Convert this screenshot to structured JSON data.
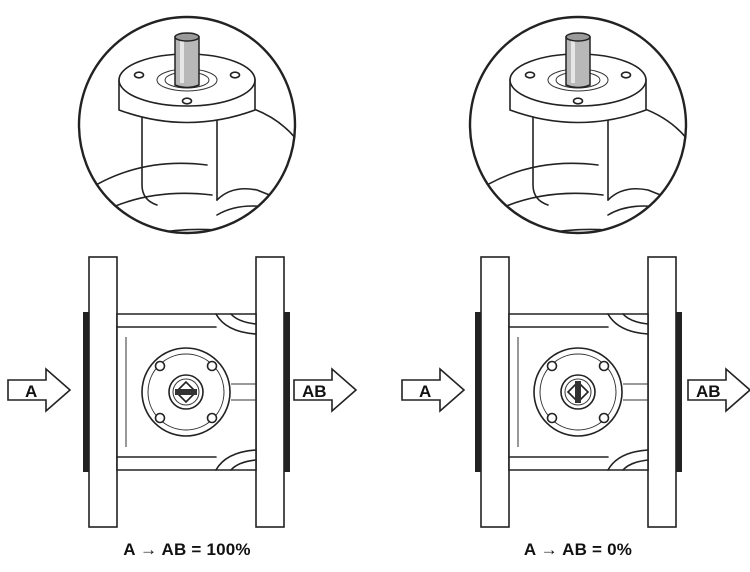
{
  "inlet_label": "A",
  "outlet_label": "AB",
  "valves": [
    {
      "id": "left",
      "caption": "A → AB = 100%",
      "flow_percent": 100
    },
    {
      "id": "right",
      "caption": "A → AB = 0%",
      "flow_percent": 0
    }
  ]
}
